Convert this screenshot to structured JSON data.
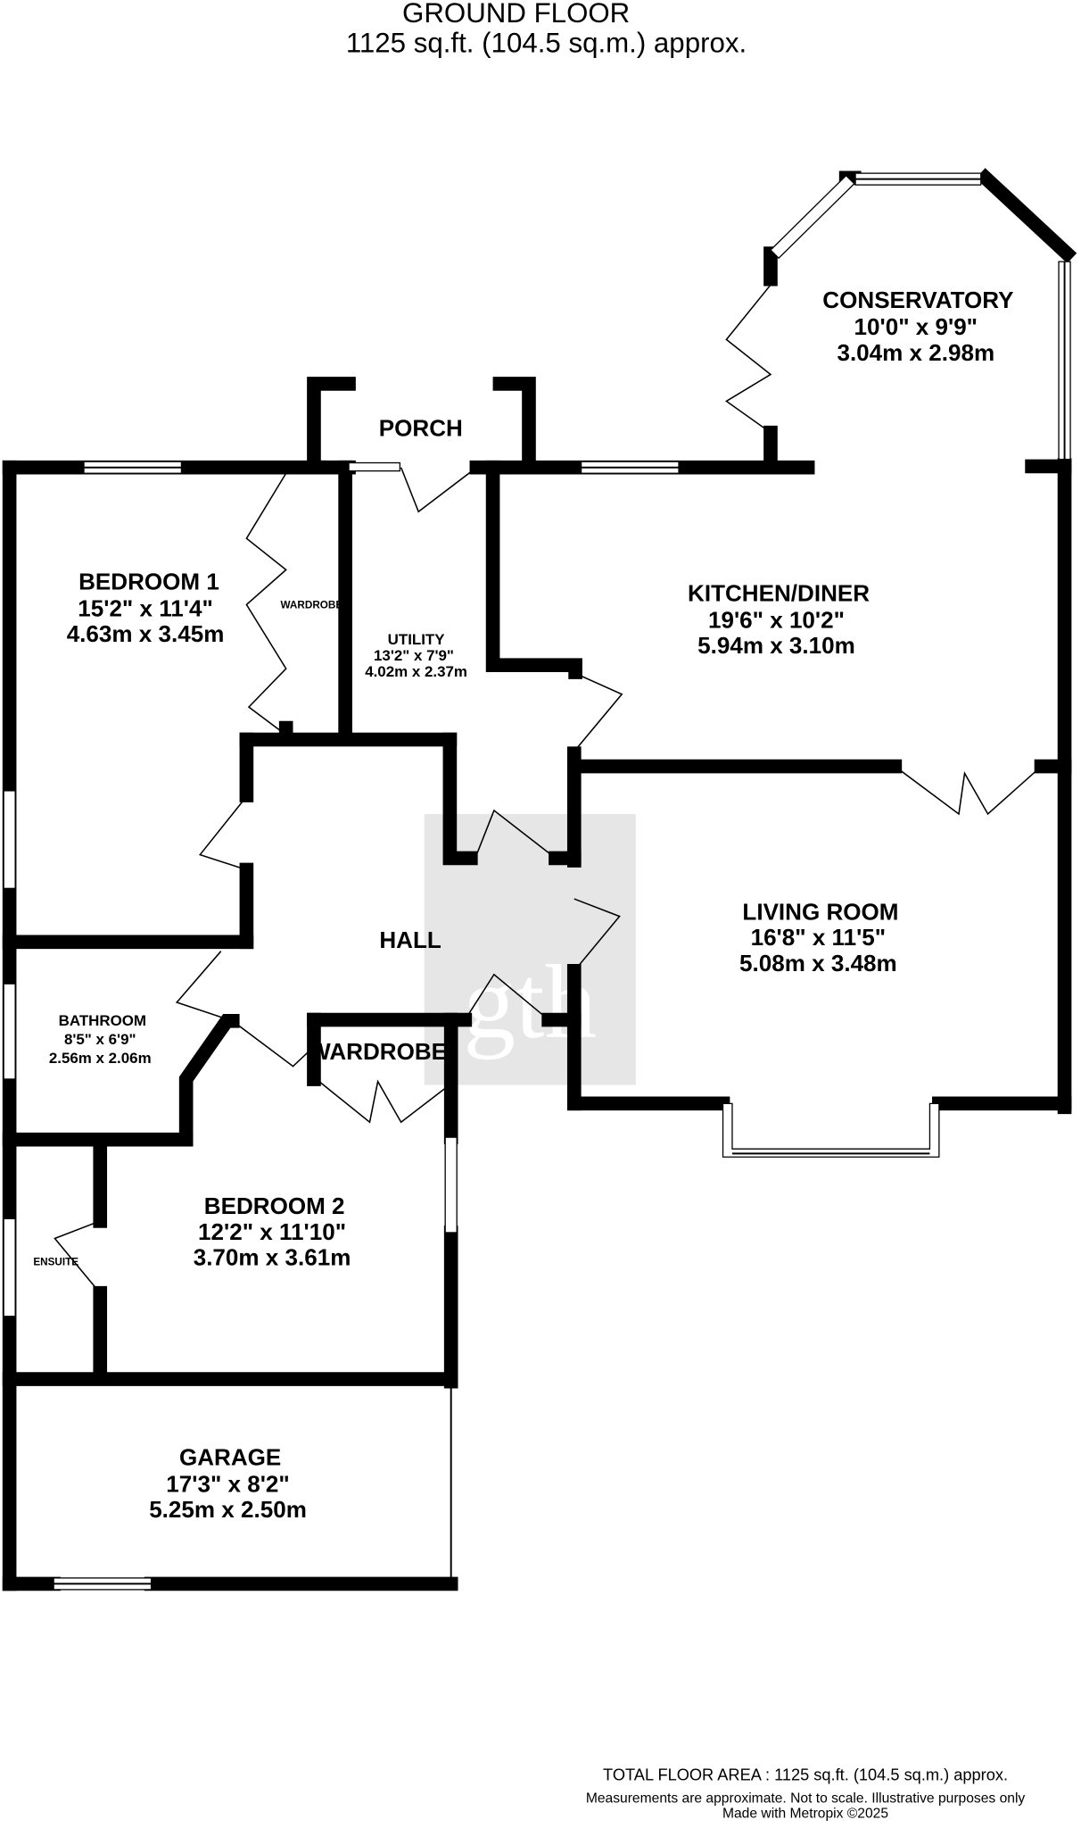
{
  "header": {
    "title": "GROUND FLOOR",
    "area": "1125 sq.ft. (104.5 sq.m.) approx."
  },
  "rooms": {
    "conservatory": {
      "name": "CONSERVATORY",
      "imperial": "10'0\"  x 9'9\"",
      "metric": "3.04m  x 2.98m"
    },
    "porch": {
      "name": "PORCH"
    },
    "bedroom1": {
      "name": "BEDROOM 1",
      "imperial": "15'2\"  x 11'4\"",
      "metric": "4.63m  x 3.45m"
    },
    "wardrobe1": {
      "name": "WARDROBE"
    },
    "utility": {
      "name": "UTILITY",
      "imperial": "13'2\"  x 7'9\"",
      "metric": "4.02m  x 2.37m"
    },
    "kitchen": {
      "name": "KITCHEN/DINER",
      "imperial": "19'6\"  x 10'2\"",
      "metric": "5.94m  x 3.10m"
    },
    "hall": {
      "name": "HALL"
    },
    "living": {
      "name": "LIVING ROOM",
      "imperial": "16'8\"  x 11'5\"",
      "metric": "5.08m  x 3.48m"
    },
    "bathroom": {
      "name": "BATHROOM",
      "imperial": "8'5\"  x 6'9\"",
      "metric": "2.56m  x 2.06m"
    },
    "wardrobe2": {
      "name": "WARDROBE"
    },
    "bedroom2": {
      "name": "BEDROOM 2",
      "imperial": "12'2\"  x 11'10\"",
      "metric": "3.70m  x 3.61m"
    },
    "ensuite": {
      "name": "ENSUITE"
    },
    "garage": {
      "name": "GARAGE",
      "imperial": "17'3\"  x 8'2\"",
      "metric": "5.25m  x 2.50m"
    }
  },
  "watermark": "gth",
  "footer": {
    "total": "TOTAL FLOOR AREA : 1125 sq.ft. (104.5 sq.m.) approx.",
    "disclaimer": "Measurements are approximate.  Not to scale.  Illustrative purposes only",
    "credit": "Made with Metropix ©2025"
  }
}
